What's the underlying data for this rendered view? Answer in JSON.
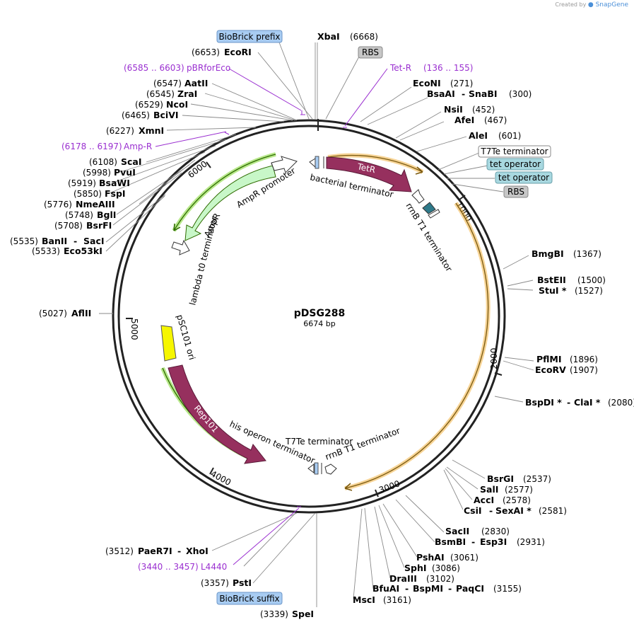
{
  "header": {
    "created_by": "Created by",
    "brand": "SnapGene"
  },
  "plasmid": {
    "name": "pDSG288",
    "size": "6674 bp"
  },
  "colors": {
    "backbone": "#222222",
    "primer": "#9a2fd0",
    "cds": "#96305e",
    "promoter": "#c8f7c8",
    "promoter_edge": "#2e6b00",
    "ori": "#f6f600",
    "orange_halo": "#f0b040",
    "green_halo": "#9ade5a",
    "terminator": "#ffffff",
    "biobrick": "#a8ccf2",
    "rbs": "#c7c7c7",
    "operator": "#a8d8e0",
    "operator_box": "#2e7a8a"
  },
  "ticks": [
    "1000",
    "2000",
    "3000",
    "4000",
    "5000",
    "6000"
  ],
  "features": {
    "tetR": "TetR",
    "rep101": "Rep101",
    "ampR": "AmpR",
    "ampr_promoter": "AmpR promoter",
    "bact_term": "bacterial terminator",
    "rrnb_t1_top": "rrnB T1 terminator",
    "lambda_t0": "lambda t0 terminator",
    "psc101": "pSC101 ori",
    "his_operon": "his operon terminator",
    "t7te_bottom": "T7Te terminator",
    "rrnb_t1_bottom": "rrnB T1 terminator"
  },
  "boxed": {
    "biobrick_prefix": "BioBrick prefix",
    "rbs_top": "RBS",
    "t7te_top": "T7Te terminator",
    "tet_op1": "tet operator",
    "tet_op2": "tet operator",
    "rbs_right": "RBS",
    "biobrick_suffix": "BioBrick suffix"
  },
  "site_labels": {
    "xbai": {
      "name": "XbaI",
      "pos": "(6668)"
    },
    "ecori": {
      "name": "EcoRI",
      "pos": "(6653)"
    },
    "pbrfor": {
      "name": "pBRforEco",
      "pos": "(6585 .. 6603)"
    },
    "aatii": {
      "name": "AatII",
      "pos": "(6547)"
    },
    "zrai": {
      "name": "ZraI",
      "pos": "(6545)"
    },
    "ncoi": {
      "name": "NcoI",
      "pos": "(6529)"
    },
    "bcivi": {
      "name": "BciVI",
      "pos": "(6465)"
    },
    "xmni": {
      "name": "XmnI",
      "pos": "(6227)"
    },
    "ampr_primer": {
      "name": "Amp-R",
      "pos": "(6178 .. 6197)"
    },
    "scai": {
      "name": "ScaI",
      "pos": "(6108)"
    },
    "pvui": {
      "name": "PvuI",
      "pos": "(5998)"
    },
    "bsawi": {
      "name": "BsaWI",
      "pos": "(5919)"
    },
    "fspi": {
      "name": "FspI",
      "pos": "(5850)"
    },
    "nmeaiii": {
      "name": "NmeAIII",
      "pos": "(5776)"
    },
    "bgli": {
      "name": "BglI",
      "pos": "(5748)"
    },
    "bsrfi": {
      "name": "BsrFI",
      "pos": "(5708)"
    },
    "banii": {
      "name": "BanII",
      "name2": "SacI",
      "pos": "(5535)"
    },
    "eco53ki": {
      "name": "Eco53kI",
      "pos": "(5533)"
    },
    "aflii": {
      "name": "AflII",
      "pos": "(5027)"
    },
    "tetr_primer": {
      "name": "Tet-R",
      "pos": "(136 .. 155)"
    },
    "econi": {
      "name": "EcoNI",
      "pos": "(271)"
    },
    "bsaai": {
      "name": "BsaAI",
      "name2": "SnaBI",
      "pos": "(300)"
    },
    "nsii": {
      "name": "NsiI",
      "pos": "(452)"
    },
    "afei": {
      "name": "AfeI",
      "pos": "(467)"
    },
    "alei": {
      "name": "AleI",
      "pos": "(601)"
    },
    "bmgbi": {
      "name": "BmgBI",
      "pos": "(1367)"
    },
    "bsteii": {
      "name": "BstEII",
      "pos": "(1500)"
    },
    "stui": {
      "name": "StuI *",
      "pos": "(1527)"
    },
    "pflmi": {
      "name": "PflMI",
      "pos": "(1896)"
    },
    "ecorv": {
      "name": "EcoRV",
      "pos": "(1907)"
    },
    "bspdi": {
      "name": "BspDI *",
      "name2": "ClaI *",
      "pos": "(2080)"
    },
    "bsrgi": {
      "name": "BsrGI",
      "pos": "(2537)"
    },
    "sali": {
      "name": "SalI",
      "pos": "(2577)"
    },
    "acci": {
      "name": "AccI",
      "pos": "(2578)"
    },
    "csii": {
      "name": "CsiI",
      "name2": "SexAI *",
      "pos": "(2581)"
    },
    "sacii": {
      "name": "SacII",
      "pos": "(2830)"
    },
    "bsmbi": {
      "name": "BsmBI",
      "name2": "Esp3I",
      "pos": "(2931)"
    },
    "pshai": {
      "name": "PshAI",
      "pos": "(3061)"
    },
    "sphi": {
      "name": "SphI",
      "pos": "(3086)"
    },
    "draiii": {
      "name": "DraIII",
      "pos": "(3102)"
    },
    "bfuai": {
      "name": "BfuAI",
      "name2": "BspMI",
      "name3": "PaqCI",
      "pos": "(3155)"
    },
    "msci": {
      "name": "MscI",
      "pos": "(3161)"
    },
    "paer7i": {
      "name": "PaeR7I",
      "name2": "XhoI",
      "pos": "(3512)"
    },
    "l4440": {
      "name": "L4440",
      "pos": "(3440 .. 3457)"
    },
    "psti": {
      "name": "PstI",
      "pos": "(3357)"
    },
    "spei": {
      "name": "SpeI",
      "pos": "(3339)"
    }
  }
}
